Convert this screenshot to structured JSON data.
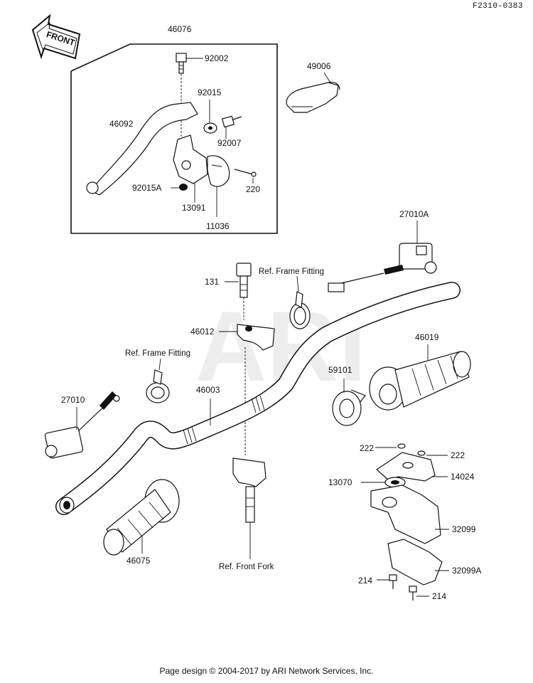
{
  "drawing_code": "F2310-0383",
  "front_arrow": "FRONT",
  "watermark": "ARI",
  "parts": {
    "p46076": "46076",
    "p92002": "92002",
    "p92015": "92015",
    "p46092": "46092",
    "p92007": "92007",
    "p92015A": "92015A",
    "p220": "220",
    "p13091": "13091",
    "p11036": "11036",
    "p49006": "49006",
    "p27010A": "27010A",
    "p131": "131",
    "p46012": "46012",
    "p46003": "46003",
    "p27010": "27010",
    "p46075": "46075",
    "p46019": "46019",
    "p59101": "59101",
    "p222a": "222",
    "p222b": "222",
    "p14024": "14024",
    "p13070": "13070",
    "p32099": "32099",
    "p32099A": "32099A",
    "p214a": "214",
    "p214b": "214"
  },
  "refs": {
    "frame_fitting_top": "Ref. Frame  Fitting",
    "frame_fitting_left": "Ref. Frame Fitting",
    "front_fork": "Ref. Front Fork"
  },
  "footer": "Page design © 2004-2017 by ARI Network Services, Inc."
}
